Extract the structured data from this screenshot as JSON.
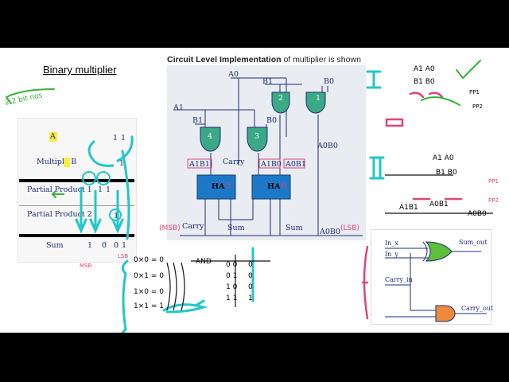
{
  "title": "Binary multiplier",
  "figure_title": {
    "bold": "Circuit Level Implementation",
    "rest": "of multiplier is shown"
  },
  "multiplier_table": {
    "multiplicand_label": "A",
    "multiplier_label": "Multiply B",
    "rows": [
      "Partial Product 1",
      "Partial Product 2",
      "Sum"
    ],
    "a_bits": [
      "1",
      "1"
    ],
    "b_bits": [
      "1"
    ],
    "pp1": [
      "1",
      "1"
    ],
    "pp2": [
      "1"
    ],
    "sum_bits": [
      "1",
      "0",
      "0",
      "1"
    ]
  },
  "circuit": {
    "inputs": [
      "A0",
      "B1",
      "B0",
      "A1",
      "B1",
      "B0"
    ],
    "gate_numbers": [
      "1",
      "2",
      "3",
      "4"
    ],
    "signals": [
      "A1B1",
      "Carry",
      "A1B0",
      "A0B1",
      "A0B0"
    ],
    "half_adder": "HA",
    "ha_numbers": [
      "5",
      "6"
    ],
    "outputs": [
      "Carry",
      "Sum",
      "Sum",
      "A0B0"
    ],
    "msb": "(MSB)",
    "lsb": "(LSB)"
  },
  "gate_diagram": {
    "inputs": [
      "In_x",
      "In_y",
      "Carry_in"
    ],
    "outputs": [
      "Sum_out",
      "Carry_out"
    ],
    "colors": {
      "xor": "#5fbf3a",
      "and": "#ef8a3a"
    }
  },
  "annotations": {
    "left_note": "2 2 bit nos",
    "and_table_label": "AND",
    "truth_rows": [
      "0×0 = 0",
      "0×1 = 0",
      "1×0 = 0",
      "1×1 = 1"
    ],
    "truth_columns": [
      "0 0",
      "0 1",
      "1 0",
      "1 1"
    ],
    "truth_out": [
      "0",
      "0",
      "0",
      "1"
    ],
    "msb_note": "MSB",
    "lsb_note": "LSB",
    "notes_top": [
      "A1 A0",
      "B1 B0",
      "PP1",
      "PP2",
      "A1 A0",
      "B1 B0",
      "A1B1",
      "A0B1",
      "A0B0",
      "PP1",
      "PP2"
    ]
  },
  "colors": {
    "cyan": "#21c7c9",
    "pink": "#e0447a",
    "green": "#38b23a",
    "gate": "#3aa985",
    "ha": "#1e78c8"
  }
}
